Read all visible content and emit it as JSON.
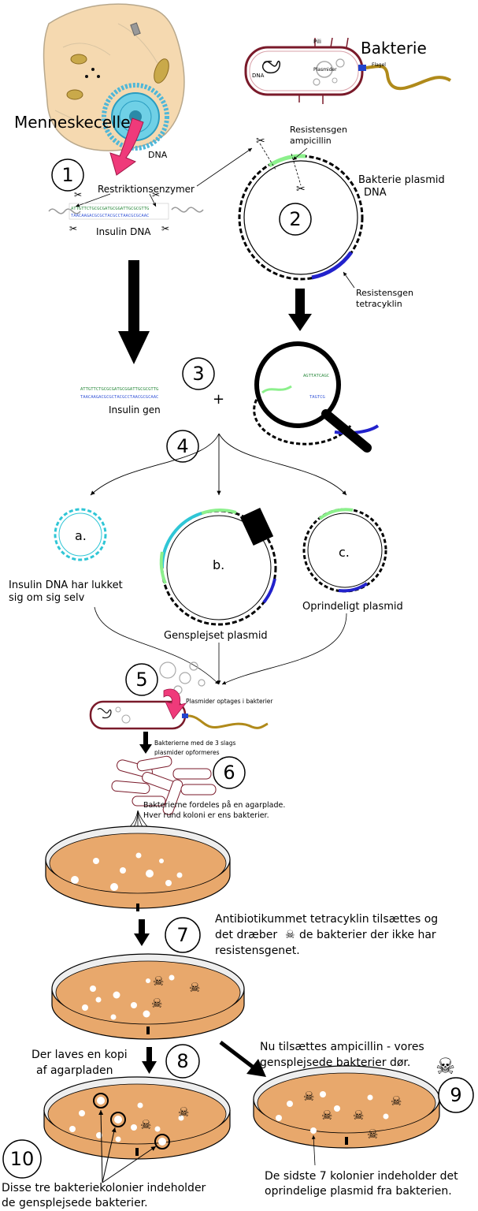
{
  "labels": {
    "human_cell": "Menneskecelle",
    "dna_arrow": "DNA",
    "bacterium_title": "Bakterie",
    "pili": "Pili",
    "dna_small": "DNA",
    "plasmids": "Plasmider",
    "flagel": "Flagel",
    "restriction_enzymes": "Restriktionsenzymer",
    "insulin_dna": "Insulin DNA",
    "res_amp_1": "Resistensgen",
    "res_amp_2": "ampicillin",
    "plasmid_dna_1": "Bakterie plasmid",
    "plasmid_dna_2": "DNA",
    "res_tet_1": "Resistensgen",
    "res_tet_2": "tetracyklin",
    "insulin_gene": "Insulin gen",
    "plus": "+",
    "a": "a.",
    "b": "b.",
    "c": "c.",
    "a_caption_1": "Insulin DNA har lukket",
    "a_caption_2": "sig om sig selv",
    "b_caption": "Gensplejset plasmid",
    "c_caption": "Oprindeligt plasmid",
    "step5_caption": "Plasmider optages i bakterier",
    "step6_caption_1": "Bakterierne med de 3 slags",
    "step6_caption_2": "plasmider opformeres",
    "spread_1": "Bakterierne fordeles på en agarplade.",
    "spread_2": "Hver rund koloni er ens bakterier.",
    "step7_1": "Antibiotikummet tetracyklin tilsættes og",
    "step7_2a": "det dræber",
    "step7_2b": "de bakterier der ikke har",
    "step7_3": "resistensgenet.",
    "step8_1": "Der laves en kopi",
    "step8_2": "af agarpladen",
    "step9_1": "Nu tilsættes ampicillin - vores",
    "step9_2": "gensplejsede bakterier dør.",
    "step9_bottom_1": "De sidste 7 kolonier indeholder det",
    "step9_bottom_2": "oprindelige plasmid fra bakterien.",
    "step10_1": "Disse tre bakteriekolonier indeholder",
    "step10_2": "de gensplejsede bakterier."
  },
  "sequences": {
    "top": "ATTGTTCTGCGCGATGCGGATTGCGCGTTG",
    "bottom": "TAACAAGACGCGCTACGCCTAACGCGCAAC",
    "mag_top": "AGTTATCAGC",
    "mag_bottom": "TAGTCG"
  },
  "steps": {
    "s1": "1",
    "s2": "2",
    "s3": "3",
    "s4": "4",
    "s5": "5",
    "s6": "6",
    "s7": "7",
    "s8": "8",
    "s9": "9",
    "s10": "10"
  },
  "colors": {
    "cyan": "#2fc6d6",
    "green": "#8cf08c",
    "blue": "#2222cc",
    "magenta": "#ef3a7a",
    "agar": "#e8a86c",
    "cell": "#f5d9b0",
    "bacteria_outline": "#7a1a2a",
    "flagellum": "#b08a1a"
  }
}
